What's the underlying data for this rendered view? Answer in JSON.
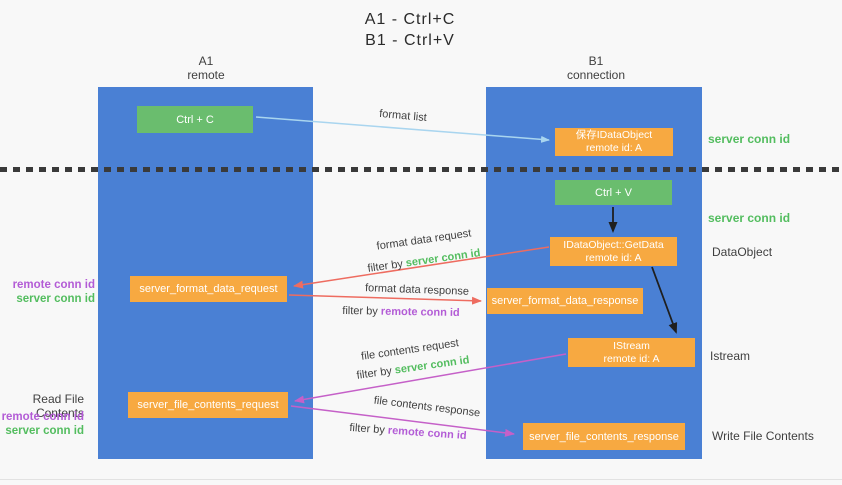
{
  "title": {
    "line1": "A1 - Ctrl+C",
    "line2": "B1 - Ctrl+V"
  },
  "columns": {
    "left": {
      "name": "A1",
      "subtitle": "remote"
    },
    "right": {
      "name": "B1",
      "subtitle": "connection"
    }
  },
  "nodes": {
    "ctrl_c": {
      "label": "Ctrl + C"
    },
    "save_idataobject": {
      "line1": "保存IDataObject",
      "line2": "remote id: A"
    },
    "ctrl_v": {
      "label": "Ctrl + V"
    },
    "getdata": {
      "line1": "IDataObject::GetData",
      "line2": "remote id: A"
    },
    "format_request": {
      "label": "server_format_data_request"
    },
    "format_response": {
      "label": "server_format_data_response"
    },
    "istream": {
      "line1": "IStream",
      "line2": "remote id: A"
    },
    "file_request": {
      "label": "server_file_contents_request"
    },
    "file_response": {
      "label": "server_file_contents_response"
    }
  },
  "edges": {
    "format_list": {
      "label": "format list"
    },
    "format_request": {
      "label": "format data request",
      "filter_prefix": "filter by",
      "filter_key": "server conn id"
    },
    "format_response": {
      "label": "format data response",
      "filter_prefix": "filter by",
      "filter_key": "remote conn id"
    },
    "file_request": {
      "label": "file contents request",
      "filter_prefix": "filter by",
      "filter_key": "server conn id"
    },
    "file_response": {
      "label": "file contents response",
      "filter_prefix": "filter by",
      "filter_key": "remote conn id"
    }
  },
  "side_labels": {
    "right": {
      "server_conn_id_top": "server conn id",
      "server_conn_id_mid": "server conn id",
      "dataobject": "DataObject",
      "istream": "Istream",
      "write_file_contents": "Write File Contents"
    },
    "left": {
      "remote_conn_id_top": "remote conn id",
      "server_conn_id_top": "server conn id",
      "read_file_contents": "Read File Contents",
      "remote_conn_id_bottom": "remote conn id",
      "server_conn_id_bottom": "server conn id"
    }
  },
  "colors": {
    "column_blue": "#4a80d4",
    "node_green": "#6abd6e",
    "node_orange": "#f7a941",
    "text_green": "#53bd5f",
    "text_purple": "#b35cd6",
    "arrow_red": "#ee6c60",
    "arrow_magenta": "#c560c8",
    "arrow_lightblue": "#a9d5ef",
    "arrow_black": "#1f1f1f",
    "dotted_line": "#3a3a3a",
    "text_dark": "#3f3f3f"
  }
}
